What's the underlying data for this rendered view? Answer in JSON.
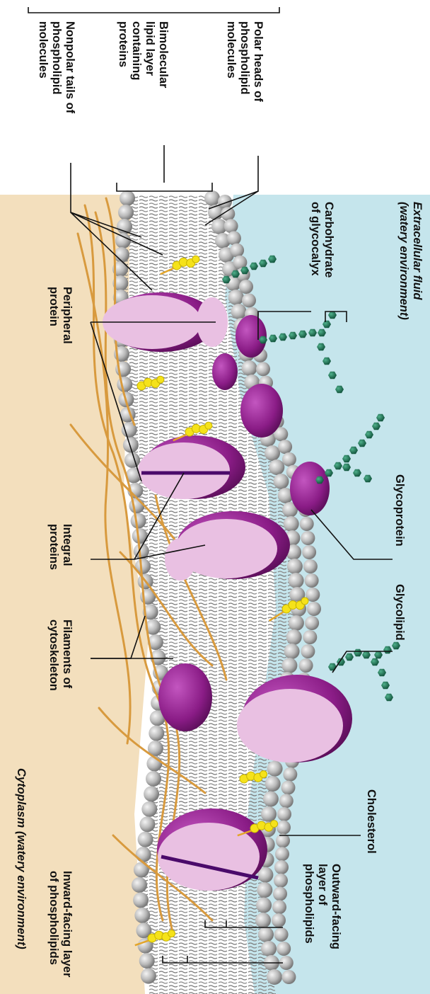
{
  "labels": {
    "polar_heads": [
      "Polar heads of",
      "phospholipid",
      "molecules"
    ],
    "bimolecular": [
      "Bimolecular",
      "lipid layer",
      "containing",
      "proteins"
    ],
    "nonpolar_tails": [
      "Nonpolar tails of",
      "phospholipid",
      "molecules"
    ],
    "extracellular": [
      "Extracellular fluid",
      "(watery environment)"
    ],
    "carbohydrate": [
      "Carbohydrate",
      "of glycocalyx"
    ],
    "peripheral": [
      "Peripheral",
      "protein"
    ],
    "glycoprotein": "Glycoprotein",
    "integral": [
      "Integral",
      "proteins"
    ],
    "glycolipid": "Glycolipid",
    "filaments": [
      "Filaments of",
      "cytoskeleton"
    ],
    "cholesterol": "Cholesterol",
    "cytoplasm": "Cytoplasm (watery environment)",
    "outward": [
      "Outward-facing",
      "layer of",
      "phospholipids"
    ],
    "inward": [
      "Inward-facing layer",
      "of phospholipids"
    ]
  },
  "colors": {
    "extracellular": "#c5e5ec",
    "cytoplasm": "#f3dfbd",
    "phospholipid_head": "#b9b9b9",
    "protein_light": "#e9c0e2",
    "protein_dark": "#8a1c86",
    "cholesterol": "#f5e21a",
    "carbohydrate": "#1f7a5b",
    "filament": "#d89a3e"
  }
}
